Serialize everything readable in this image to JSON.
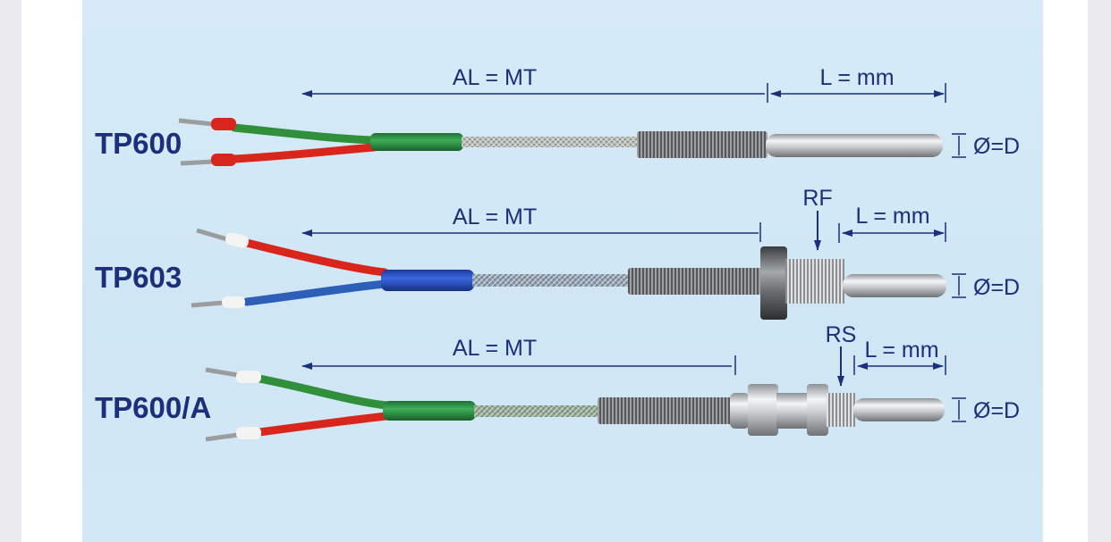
{
  "colors": {
    "label": "#1b2f7a",
    "wire_red": "#d9261c",
    "wire_green": "#2f8f3a",
    "wire_blue": "#2e5fb8",
    "sheath_green": "#2f8f4a",
    "sheath_blue": "#2a4fc0",
    "steel": "#c4c6c8",
    "background": "#d6ebf7"
  },
  "sensors": [
    {
      "model": "TP600",
      "al_label": "AL = MT",
      "l_label": "L = mm",
      "d_label": "Ø=D",
      "fitting_label": "",
      "wires": [
        "red",
        "green"
      ],
      "sheath": "green"
    },
    {
      "model": "TP603",
      "al_label": "AL = MT",
      "l_label": "L = mm",
      "d_label": "Ø=D",
      "fitting_label": "RF",
      "wires": [
        "red",
        "blue"
      ],
      "sheath": "blue"
    },
    {
      "model": "TP600/A",
      "al_label": "AL = MT",
      "l_label": "L = mm",
      "d_label": "Ø=D",
      "fitting_label": "RS",
      "wires": [
        "green",
        "red"
      ],
      "sheath": "green"
    }
  ]
}
